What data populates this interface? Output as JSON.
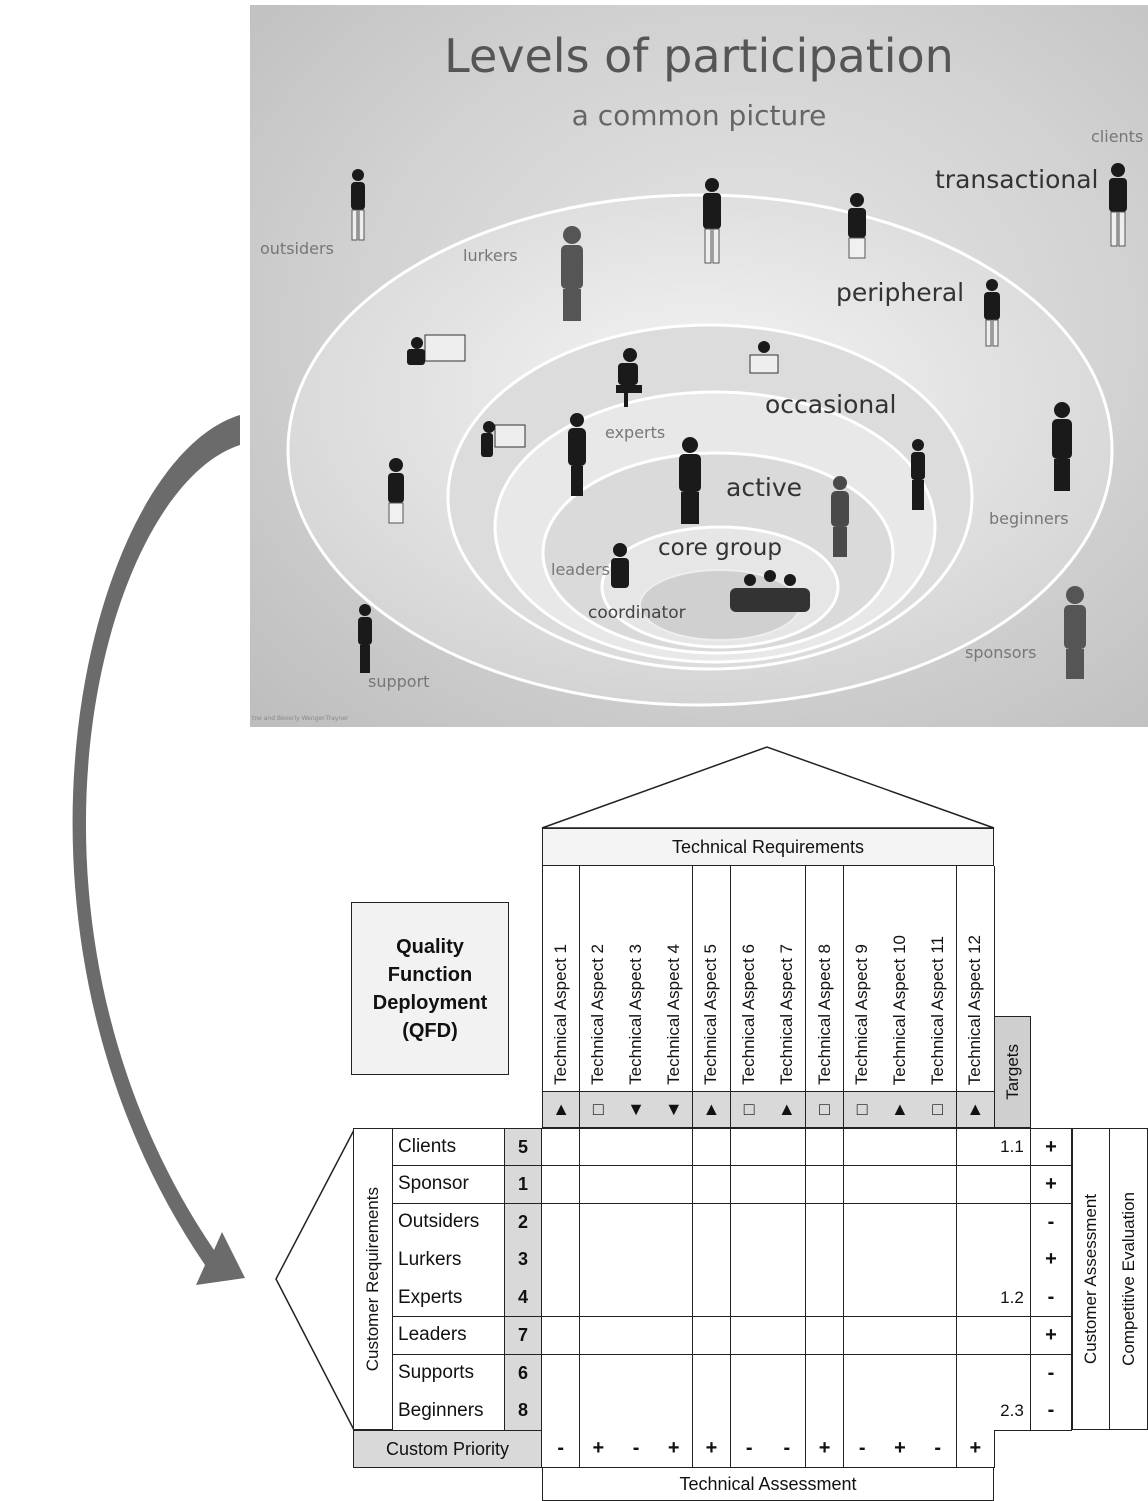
{
  "participation": {
    "title": "Levels of participation",
    "subtitle": "a common picture",
    "rings": {
      "transactional": "transactional",
      "peripheral": "peripheral",
      "occasional": "occasional",
      "active": "active",
      "core": "core group"
    },
    "roles": {
      "clients": "clients",
      "outsiders": "outsiders",
      "lurkers": "lurkers",
      "experts": "experts",
      "beginners": "beginners",
      "leaders": "leaders",
      "coordinator": "coordinator",
      "sponsors": "sponsors",
      "support": "support"
    },
    "credit": "tne and Beverly Wenger-Trayner"
  },
  "qfd": {
    "title_lines": [
      "Quality",
      "Function",
      "Deployment",
      "(QFD)"
    ],
    "technical_requirements": "Technical Requirements",
    "technical_aspects": [
      "Technical Aspect 1",
      "Technical Aspect 2",
      "Technical Aspect 3",
      "Technical Aspect 4",
      "Technical Aspect 5",
      "Technical Aspect 6",
      "Technical Aspect 7",
      "Technical Aspect 8",
      "Technical Aspect 9",
      "Technical Aspect 10",
      "Technical Aspect 11",
      "Technical Aspect 12"
    ],
    "direction_symbols": [
      "▲",
      "□",
      "▼",
      "▼",
      "▲",
      "□",
      "▲",
      "□",
      "□",
      "▲",
      "□",
      "▲"
    ],
    "targets_label": "Targets",
    "customer_requirements_label": "Customer Requirements",
    "customer_rows": [
      {
        "name": "Clients",
        "weight": "5",
        "target": "1.1",
        "assessment": "+"
      },
      {
        "name": "Sponsor",
        "weight": "1",
        "target": "",
        "assessment": "+"
      },
      {
        "name": "Outsiders",
        "weight": "2",
        "target": "",
        "assessment": "-"
      },
      {
        "name": "Lurkers",
        "weight": "3",
        "target": "",
        "assessment": "+"
      },
      {
        "name": "Experts",
        "weight": "4",
        "target": "1.2",
        "assessment": "-"
      },
      {
        "name": "Leaders",
        "weight": "7",
        "target": "",
        "assessment": "+"
      },
      {
        "name": "Supports",
        "weight": "6",
        "target": "",
        "assessment": "-"
      },
      {
        "name": "Beginners",
        "weight": "8",
        "target": "2.3",
        "assessment": "-"
      }
    ],
    "customer_assessment_label": "Customer Assessment",
    "competitive_evaluation_label": "Competitive Evaluation",
    "custom_priority_label": "Custom Priority",
    "priority_symbols": [
      "-",
      "+",
      "-",
      "+",
      "+",
      "-",
      "-",
      "+",
      "-",
      "+",
      "-",
      "+"
    ],
    "technical_assessment_label": "Technical Assessment"
  }
}
